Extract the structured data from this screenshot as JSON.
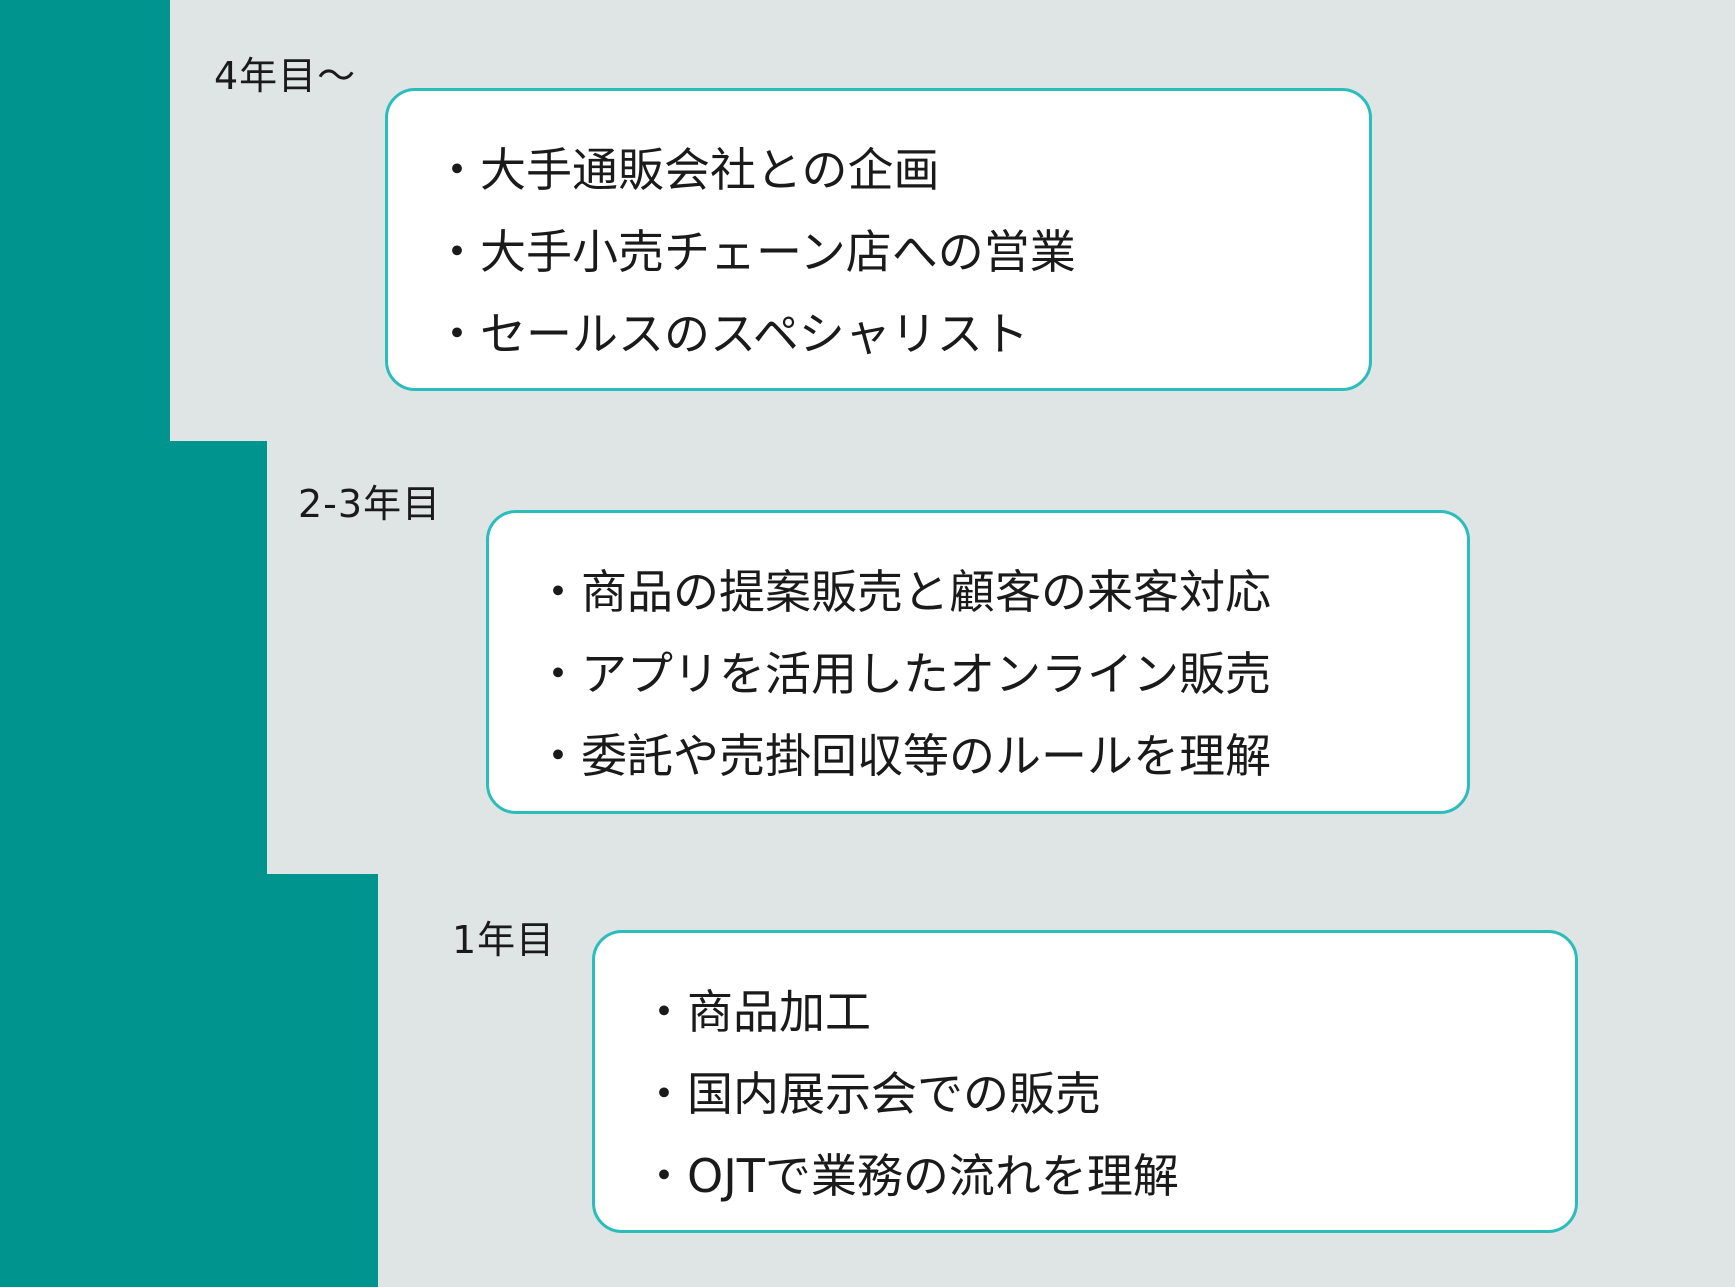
{
  "colors": {
    "background": "#dfe5e5",
    "stair": "#00948e",
    "box_border": "#2bbcbc",
    "box_fill": "#ffffff"
  },
  "stages": {
    "year4": {
      "label": "4年目〜",
      "items": [
        "大手通販会社との企画",
        "大手小売チェーン店への営業",
        "セールスのスペシャリスト"
      ]
    },
    "year23": {
      "label": "2-3年目",
      "items": [
        "商品の提案販売と顧客の来客対応",
        "アプリを活用したオンライン販売",
        "委託や売掛回収等のルールを理解"
      ]
    },
    "year1": {
      "label": "1年目",
      "items": [
        "商品加工",
        "国内展示会での販売",
        "OJTで業務の流れを理解"
      ]
    }
  }
}
